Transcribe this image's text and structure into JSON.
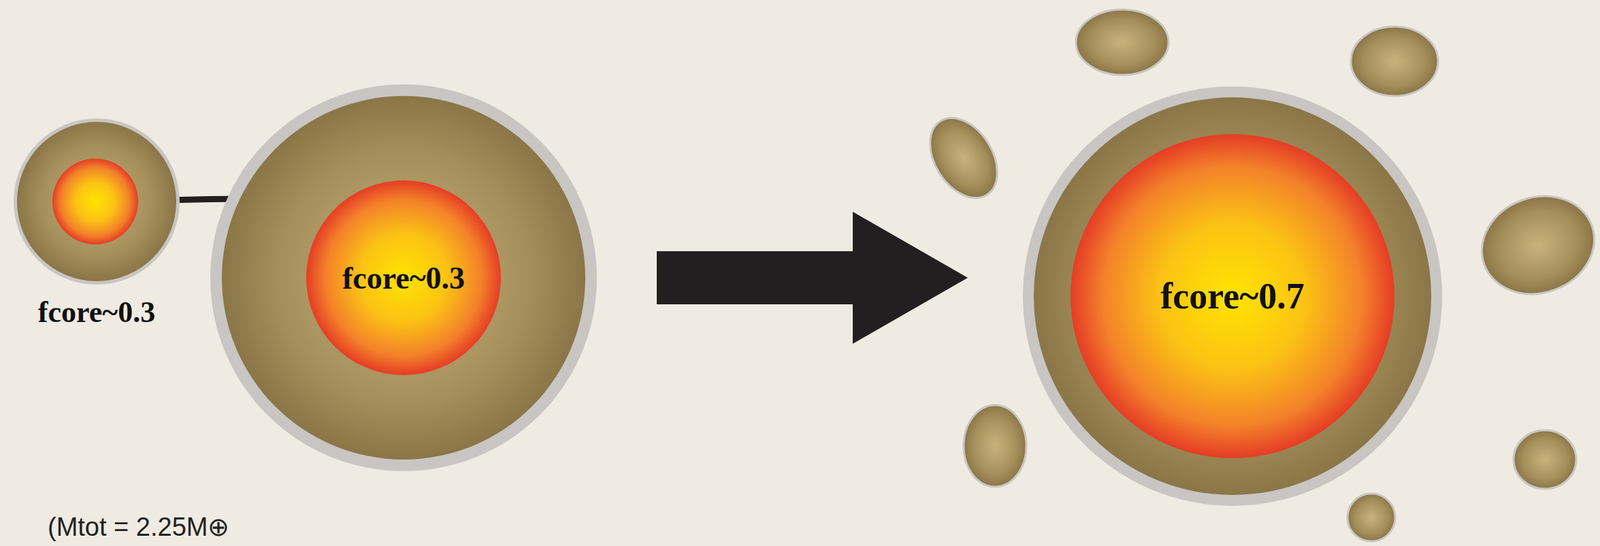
{
  "diagram": {
    "nodes": [
      {
        "text": [
          "fcore~0.3"
        ]
      },
      {
        "text": [
          "fcore~0.3"
        ]
      },
      {
        "text": [
          "fcore~0.7"
        ]
      }
    ],
    "edges": [
      {
        "from": 0,
        "to": 1,
        "arrow": "to"
      },
      {
        "from": 1,
        "to": 2,
        "arrow": "to"
      }
    ],
    "labels": [
      "(Mtot = 2.25M⊕"
    ]
  }
}
